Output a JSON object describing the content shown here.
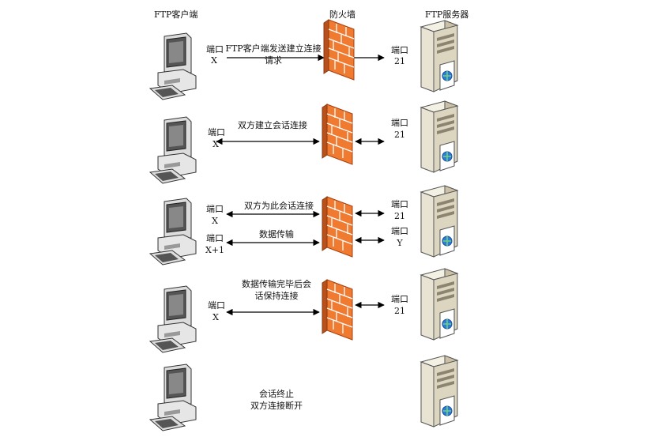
{
  "headers": {
    "client": "FTP客户端",
    "firewall": "防火墙",
    "server": "FTP服务器"
  },
  "port_label": "端口",
  "rows": [
    {
      "client_ports": [
        {
          "port": "X"
        }
      ],
      "server_ports": [
        {
          "port": "21"
        }
      ],
      "messages": [
        "FTP客户端发送建立连接请求"
      ]
    },
    {
      "client_ports": [
        {
          "port": "X"
        }
      ],
      "server_ports": [
        {
          "port": "21"
        }
      ],
      "messages": [
        "双方建立会话连接"
      ]
    },
    {
      "client_ports": [
        {
          "port": "X"
        },
        {
          "port": "X+1"
        }
      ],
      "server_ports": [
        {
          "port": "21"
        },
        {
          "port": "Y"
        }
      ],
      "messages": [
        "双方为此会话连接",
        "数据传输"
      ]
    },
    {
      "client_ports": [
        {
          "port": "X"
        }
      ],
      "server_ports": [
        {
          "port": "21"
        }
      ],
      "messages": [
        "数据传输完毕后会",
        "话保持连接"
      ]
    },
    {
      "messages": [
        "会话终止",
        "双方连接断开"
      ]
    }
  ]
}
